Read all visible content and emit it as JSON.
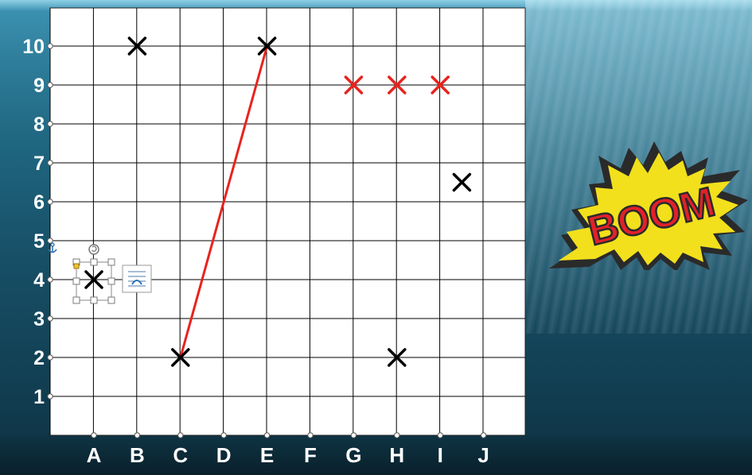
{
  "board": {
    "columns": [
      "A",
      "B",
      "C",
      "D",
      "E",
      "F",
      "G",
      "H",
      "I",
      "J"
    ],
    "rows": [
      "10",
      "9",
      "8",
      "7",
      "6",
      "5",
      "4",
      "3",
      "2",
      "1"
    ],
    "grid_color": "#000000",
    "cell_fill": "#ffffff",
    "marks": [
      {
        "col": "B",
        "row": 10,
        "color": "#000000"
      },
      {
        "col": "E",
        "row": 10,
        "color": "#000000"
      },
      {
        "col": "G",
        "row": 9,
        "color": "#e8231e"
      },
      {
        "col": "H",
        "row": 9,
        "color": "#e8231e"
      },
      {
        "col": "I",
        "row": 9,
        "color": "#e8231e"
      },
      {
        "col": "I/J",
        "row": 6.5,
        "color": "#000000"
      },
      {
        "col": "A",
        "row": 4,
        "color": "#000000",
        "selected": true
      },
      {
        "col": "C",
        "row": 2,
        "color": "#000000"
      },
      {
        "col": "H",
        "row": 2,
        "color": "#000000"
      }
    ],
    "line": {
      "from": {
        "col": "C",
        "row": 2
      },
      "to": {
        "col": "E",
        "row": 10
      },
      "color": "#e8231e"
    }
  },
  "editor": {
    "anchor_icon": "anchor-icon",
    "rotate_handle_icon": "rotate-handle-icon",
    "layout_options_icon": "layout-options-icon"
  },
  "boom_image": {
    "text": "BOOM",
    "colors": {
      "burst": "#f2e01c",
      "letters": "#e3202a",
      "outline": "#2a2a2a"
    }
  }
}
